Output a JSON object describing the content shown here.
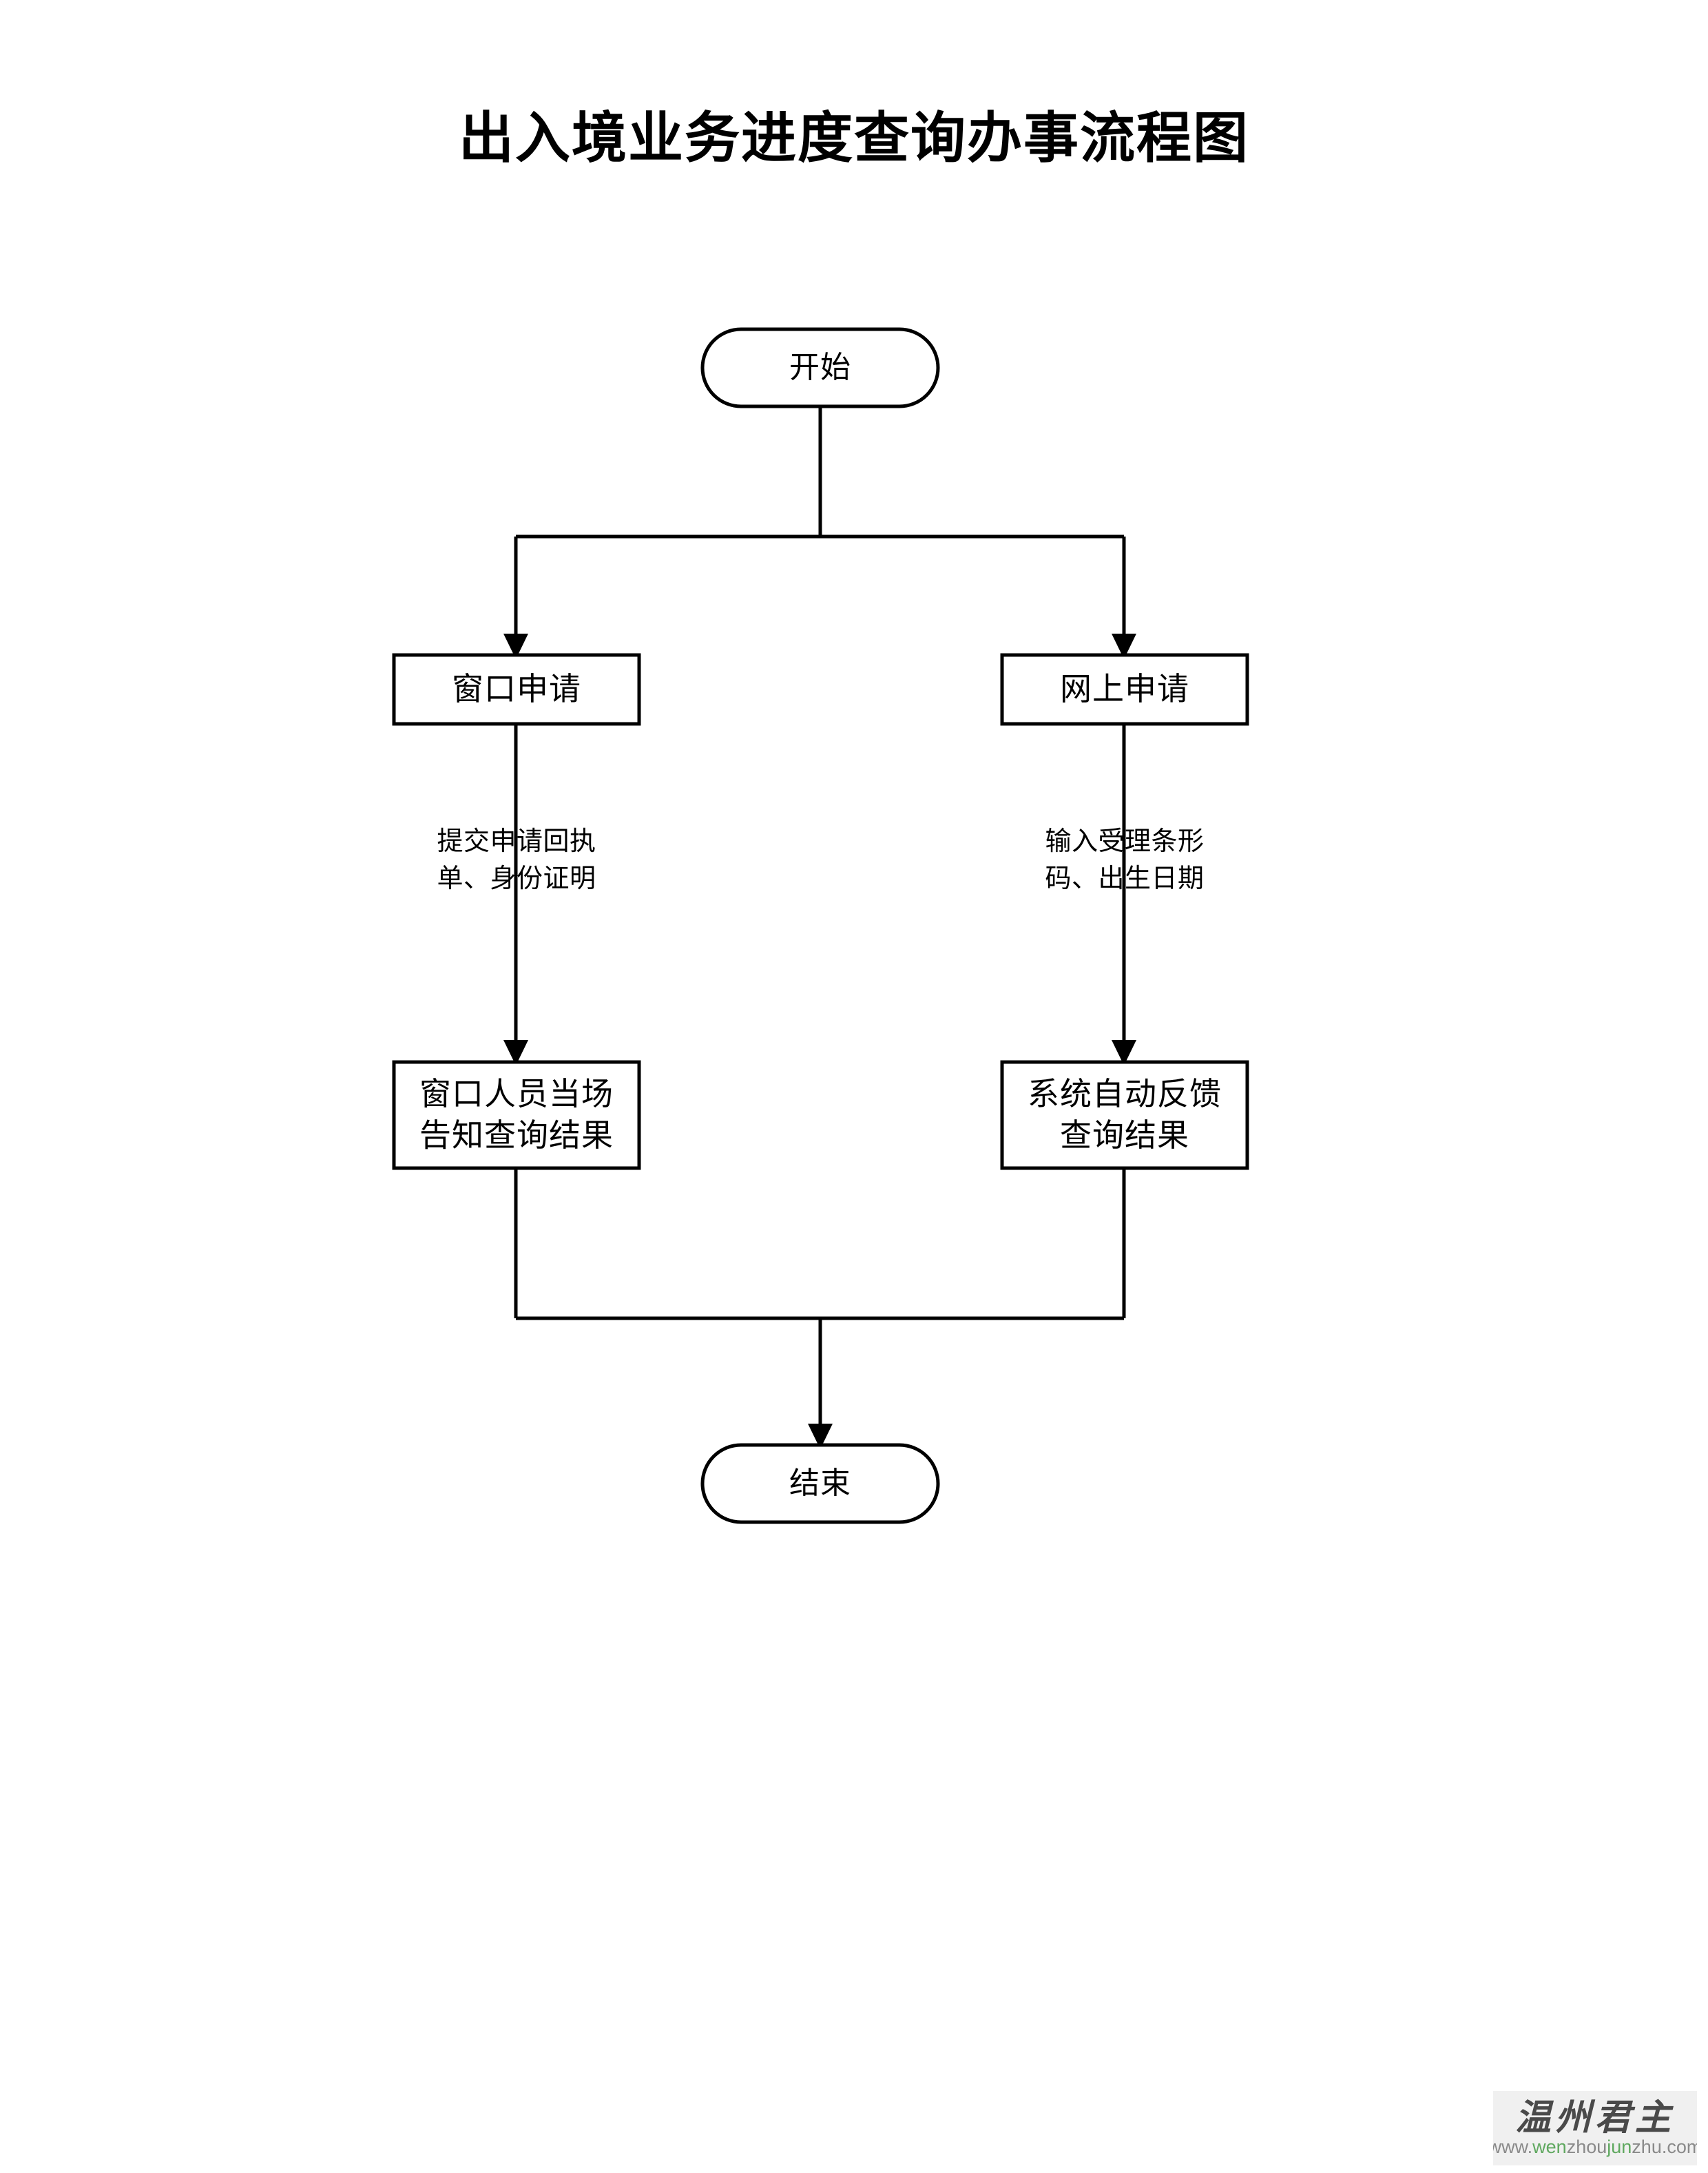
{
  "document": {
    "title": "出入境业务进度查询办事流程图"
  },
  "chart_data": {
    "type": "diagram",
    "diagram_type": "flowchart",
    "title": "出入境业务进度查询办事流程图",
    "orientation": "top-to-bottom",
    "nodes": [
      {
        "id": "start",
        "shape": "terminator",
        "label": "开始"
      },
      {
        "id": "window_apply",
        "shape": "process",
        "label": "窗口申请"
      },
      {
        "id": "online_apply",
        "shape": "process",
        "label": "网上申请"
      },
      {
        "id": "window_result",
        "shape": "process",
        "label": "窗口人员当场\n告知查询结果"
      },
      {
        "id": "system_result",
        "shape": "process",
        "label": "系统自动反馈\n查询结果"
      },
      {
        "id": "end",
        "shape": "terminator",
        "label": "结束"
      }
    ],
    "edges": [
      {
        "from": "start",
        "to": "window_apply",
        "label": ""
      },
      {
        "from": "start",
        "to": "online_apply",
        "label": ""
      },
      {
        "from": "window_apply",
        "to": "window_result",
        "label": "提交申请回执\n单、身份证明"
      },
      {
        "from": "online_apply",
        "to": "system_result",
        "label": "输入受理条形\n码、出生日期"
      },
      {
        "from": "window_result",
        "to": "end",
        "label": ""
      },
      {
        "from": "system_result",
        "to": "end",
        "label": ""
      }
    ],
    "stroke_color": "#000000",
    "fill_color": "#ffffff"
  },
  "nodes": {
    "start": "开始",
    "window_apply": "窗口申请",
    "online_apply": "网上申请",
    "window_result": "窗口人员当场\n告知查询结果",
    "system_result": "系统自动反馈\n查询结果",
    "end": "结束"
  },
  "edge_labels": {
    "left": "提交申请回执\n单、身份证明",
    "right": "输入受理条形\n码、出生日期"
  },
  "watermark": {
    "brand": "温州君主",
    "url_prefix": "www.",
    "url_part1": "wen",
    "url_part2": "zhou",
    "url_part3": "jun",
    "url_part4": "zhu.com",
    "accent_color": "#5fa85f",
    "text_color": "#8a8a8a"
  }
}
